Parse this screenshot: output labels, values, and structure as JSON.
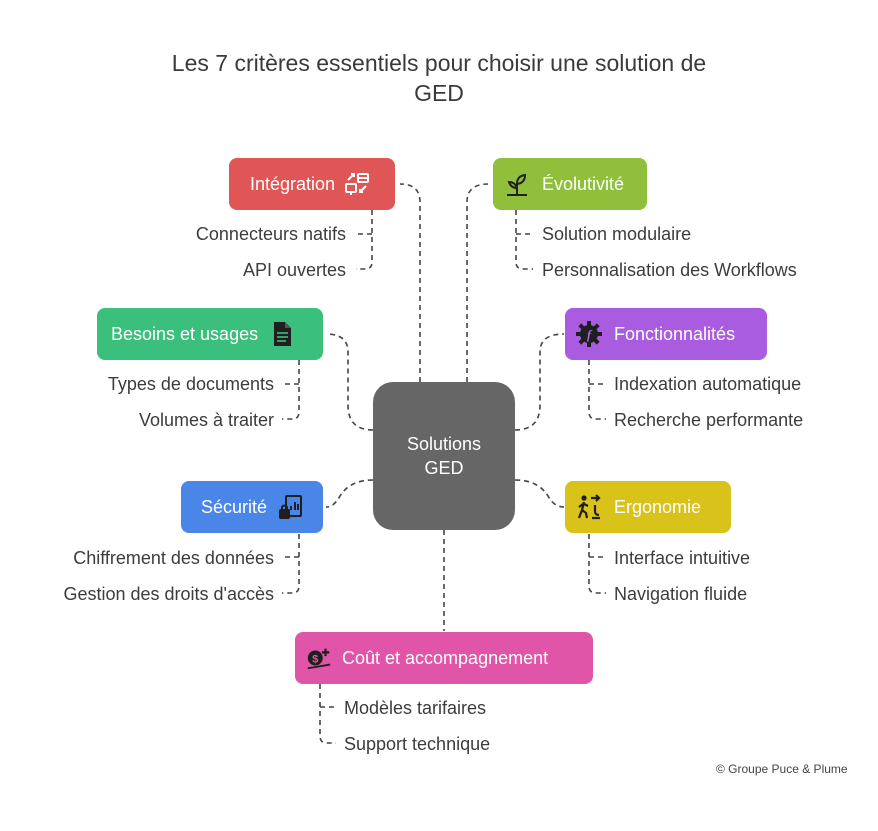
{
  "title": {
    "line1": "Les 7 critères essentiels pour choisir une solution de",
    "line2": "GED"
  },
  "center": {
    "line1": "Solutions",
    "line2": "GED"
  },
  "branches": {
    "integration": {
      "label": "Intégration",
      "color": "#e05656",
      "icon": "integration-icon",
      "items": [
        "Connecteurs natifs",
        "API ouvertes"
      ]
    },
    "evolutivite": {
      "label": "Évolutivité",
      "color": "#8fbf3b",
      "icon": "growth-plant-icon",
      "items": [
        "Solution modulaire",
        "Personnalisation des Workflows"
      ]
    },
    "besoins": {
      "label": "Besoins et usages",
      "color": "#3bbf7d",
      "icon": "document-icon",
      "items": [
        "Types de documents",
        "Volumes à traiter"
      ]
    },
    "fonctionnalites": {
      "label": "Fonctionnalités",
      "color": "#a95ce0",
      "icon": "function-gear-icon",
      "items": [
        "Indexation automatique",
        "Recherche performante"
      ]
    },
    "securite": {
      "label": "Sécurité",
      "color": "#4a86e8",
      "icon": "secure-report-icon",
      "items": [
        "Chiffrement des données",
        "Gestion des droits d'accès"
      ]
    },
    "ergonomie": {
      "label": "Ergonomie",
      "color": "#d9c21a",
      "icon": "walking-person-icon",
      "items": [
        "Interface intuitive",
        "Navigation fluide"
      ]
    },
    "cout": {
      "label": "Coût et accompagnement",
      "color": "#e055a8",
      "icon": "cost-icon",
      "items": [
        "Modèles tarifaires",
        "Support technique"
      ]
    }
  },
  "copyright": "© Groupe Puce & Plume"
}
